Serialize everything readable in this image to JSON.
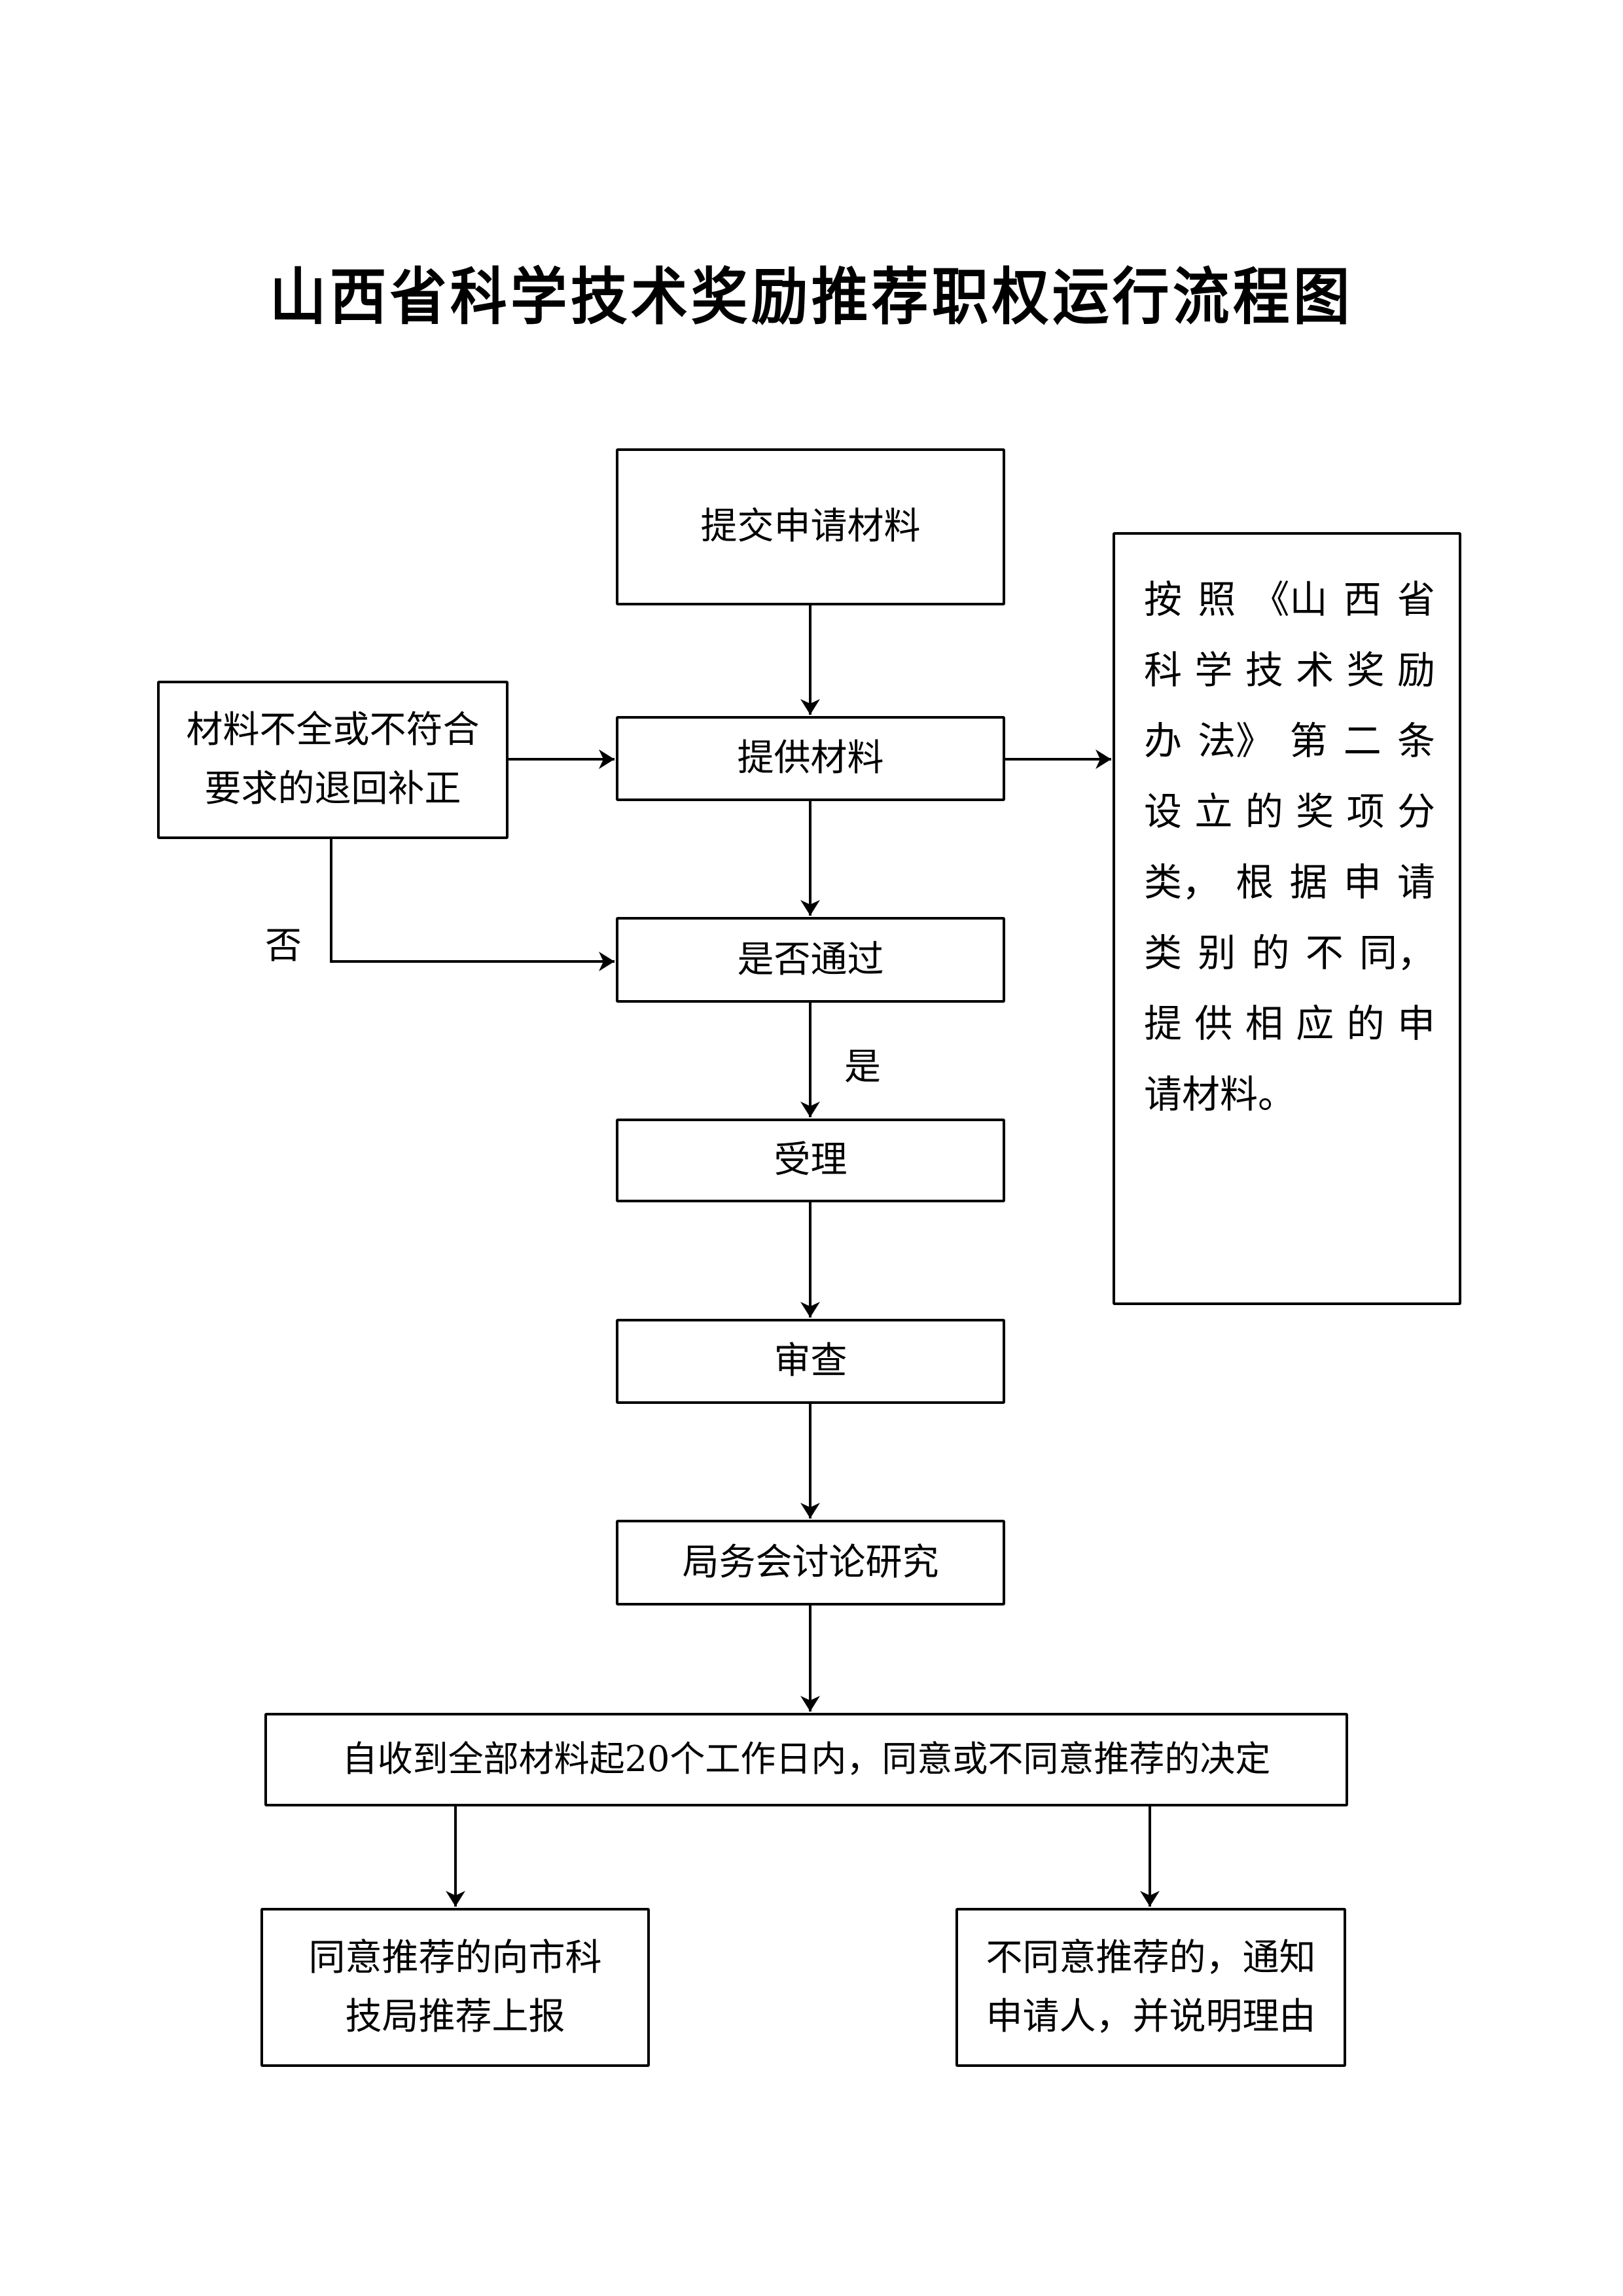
{
  "title": "山西省科学技术奖励推荐职权运行流程图",
  "nodes": {
    "submit": "提交申请材料",
    "return": [
      "材料不全或不符合",
      "要求的退回补正"
    ],
    "provide": "提供材料",
    "check": "是否通过",
    "accept": "受理",
    "review": "审查",
    "discuss": "局务会讨论研究",
    "decision": "自收到全部材料起20个工作日内，同意或不同意推荐的决定",
    "approve": [
      "同意推荐的向市科",
      "技局推荐上报"
    ],
    "reject": [
      "不同意推荐的，通知",
      "申请人，并说明理由"
    ]
  },
  "note_lines": [
    [
      "按",
      "照",
      "《山",
      "西",
      "省"
    ],
    [
      "科",
      "学",
      "技",
      "术",
      "奖",
      "励"
    ],
    [
      "办",
      "法》",
      "第",
      "二",
      "条"
    ],
    [
      "设",
      "立",
      "的",
      "奖",
      "项",
      "分"
    ],
    [
      "类，",
      "根",
      "据",
      "申",
      "请"
    ],
    [
      "类",
      "别",
      "的",
      "不",
      "同，"
    ],
    [
      "提",
      "供",
      "相",
      "应",
      "的",
      "申"
    ],
    [
      "请材料。"
    ]
  ],
  "edge_labels": {
    "no": "否",
    "yes": "是"
  }
}
